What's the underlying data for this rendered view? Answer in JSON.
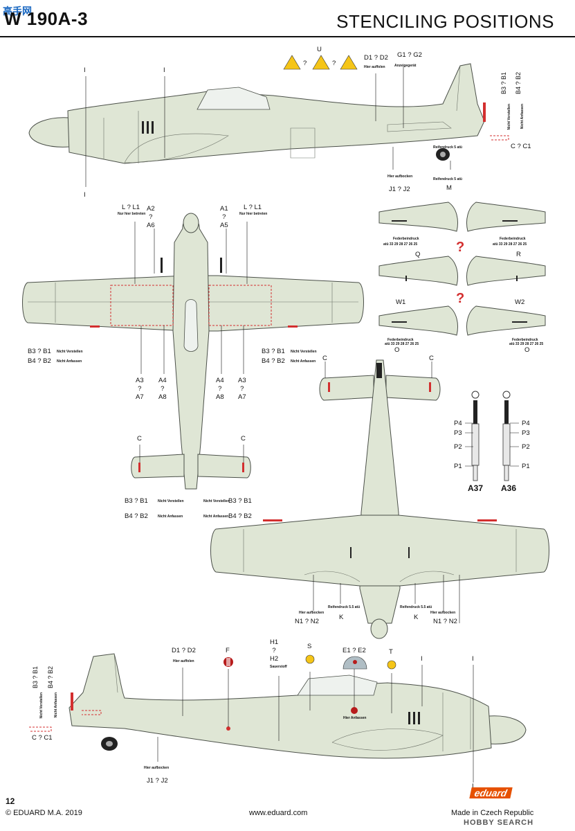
{
  "header": {
    "logo_text": "高手网",
    "title_left": "W 190A-3",
    "title_right": "STENCILING POSITIONS"
  },
  "labels": {
    "I": "I",
    "U": "U",
    "q": "?",
    "D1D2": "D1 ? D2",
    "G1G2": "G1 ? G2",
    "hier_aufholen": "Hier auffolen",
    "anzeigegerat": "Anzeigegerät",
    "B3B1": "B3 ? B1",
    "B4B2": "B4 ? B2",
    "nicht_verstellen": "Nicht Verstellen",
    "nicht_anfassen": "Nicht Anfassen",
    "CC1": "C ? C1",
    "reifendruck_5": "Reifendruck 5 atü",
    "M": "M",
    "hier_aufbocken": "Hier aufbocken",
    "J1J2": "J1 ? J2",
    "LL1": "L ? L1",
    "nur_hier": "Nur hier betreten",
    "A2": "A2",
    "A6": "A6",
    "A1": "A1",
    "A5": "A5",
    "A3": "A3",
    "A7": "A7",
    "A4": "A4",
    "A8": "A8",
    "C": "C",
    "Q": "Q",
    "R": "R",
    "W1": "W1",
    "W2": "W2",
    "O": "O",
    "federbeindruck": "Federbeindruck",
    "federbeindruck_vals": "atü 33 29 28 27 26 25",
    "P1": "P1",
    "P2": "P2",
    "P3": "P3",
    "P4": "P4",
    "A37": "A37",
    "A36": "A36",
    "reifendruck_55": "Reifendruck 5.5 atü",
    "K": "K",
    "N1N2": "N1 ? N2",
    "F": "F",
    "S": "S",
    "H1": "H1",
    "H2": "H2",
    "sauerstoff": "Sauerstoff",
    "E1E2": "E1 ? E2",
    "T": "T",
    "hier_anfassen": "Hier Anfassen"
  },
  "footer": {
    "page_number": "12",
    "copyright": "© EDUARD M.A. 2019",
    "website": "www.eduard.com",
    "made_in": "Made in Czech Republic",
    "brand": "eduard",
    "watermark": "HOBBY SEARCH"
  },
  "colors": {
    "aircraft_fill": "#dfe6d5",
    "aircraft_stroke": "#4a4f48",
    "stencil_red": "#d32f2f",
    "warning_yellow": "#f5c518",
    "brand_orange": "#e65100"
  }
}
